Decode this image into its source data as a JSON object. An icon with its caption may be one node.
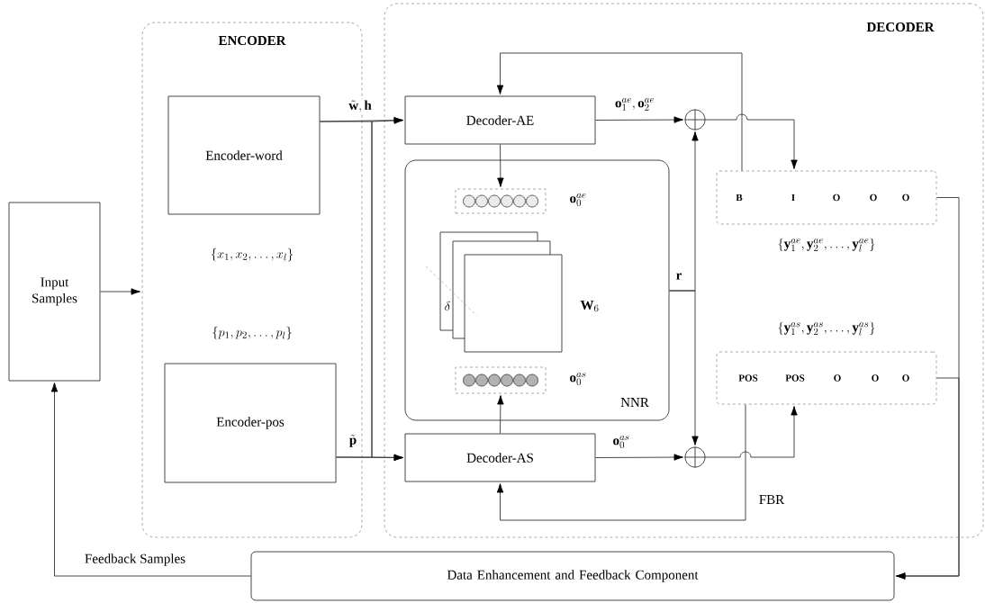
{
  "diagram": {
    "nodes": [
      {
        "text": [
          "Input Samples"
        ]
      },
      {
        "text": [
          "ENCODER"
        ]
      },
      {
        "text": [
          "Encoder-word"
        ],
        "in": 1
      },
      {
        "text": [
          "Encoder-pos"
        ],
        "in": 1
      },
      {
        "text": [
          "DECODER"
        ]
      },
      {
        "text": [
          "Decoder-AE"
        ],
        "in": 4
      },
      {
        "text": [
          "NNR"
        ],
        "in": 4
      },
      {
        "text": [],
        "shape": "bar",
        "in": 6,
        "beside": [
          "\\mathbf{o}_0^{ae}"
        ]
      },
      {
        "text": [],
        "shape": "bar",
        "in": 6,
        "beside": [
          "\\mathbf{o}_0^{as}"
        ]
      },
      {
        "text": [
          "Decoder-AS"
        ],
        "in": 4
      },
      {
        "text": [],
        "shape": "circle",
        "in": 4
      },
      {
        "text": [],
        "shape": "circle",
        "in": 4
      },
      {
        "text": [
          "B",
          "I",
          "O",
          "O",
          "O"
        ],
        "in": 4,
        "beside": [
          "\\left\\{\\mathbf{y}_1^{ae},\\mathbf{y}_2^{ae},\\ldots,\\mathbf{y}_l^{ae}\\right\\}"
        ]
      },
      {
        "text": [
          "POS",
          "POS",
          "O",
          "O",
          "O"
        ],
        "in": 4,
        "beside": [
          "\\left\\{\\mathbf{y}_1^{as},\\mathbf{y}_2^{as},\\ldots,\\mathbf{y}_l^{as}\\right\\}"
        ]
      },
      {
        "text": [
          "Data Enhancement and Feedback Component"
        ]
      }
    ],
    "edges": [
      {
        "from": 0,
        "to": 1,
        "arrow": "to"
      },
      {
        "from": 2,
        "to": 5,
        "arrow": "to",
        "label": "\\tilde{\\mathbf{w}},\\mathbf{h}"
      },
      {
        "from": 3,
        "to": 5,
        "arrow": "to"
      },
      {
        "from": 2,
        "to": 9,
        "arrow": "to"
      },
      {
        "from": 3,
        "to": 9,
        "arrow": "to",
        "label": "\\tilde{\\mathbf{p}}"
      },
      {
        "from": 5,
        "to": 7,
        "arrow": "to"
      },
      {
        "from": 9,
        "to": 8,
        "arrow": "to"
      },
      {
        "from": 5,
        "to": 10,
        "arrow": "to",
        "label": "\\mathbf{o}_1^{ae},\\mathbf{o}_2^{ae}"
      },
      {
        "from": 9,
        "to": 11,
        "arrow": "to",
        "label": "\\mathbf{o}_0^{as}"
      },
      {
        "from": 6,
        "to": 10,
        "arrow": "to",
        "label": "\\mathbf{r}"
      },
      {
        "from": 6,
        "to": 11,
        "arrow": "to"
      },
      {
        "from": 10,
        "to": 12,
        "arrow": "to"
      },
      {
        "from": 11,
        "to": 13,
        "arrow": "to"
      },
      {
        "from": 12,
        "to": 5,
        "arrow": "to"
      },
      {
        "from": 13,
        "to": 9,
        "arrow": "to",
        "label": "FBR"
      },
      {
        "from": 12,
        "to": 14,
        "arrow": "to"
      },
      {
        "from": 13,
        "to": 14,
        "arrow": "to"
      },
      {
        "from": 14,
        "to": 0,
        "arrow": "to",
        "label": "Feedback Samples"
      }
    ],
    "labels": [
      "\\{x_1,x_2,\\ldots,x_l\\}",
      "\\{p_1,p_2,\\ldots,p_l\\}",
      "\\delta",
      "\\mathbf{W}_6"
    ]
  }
}
